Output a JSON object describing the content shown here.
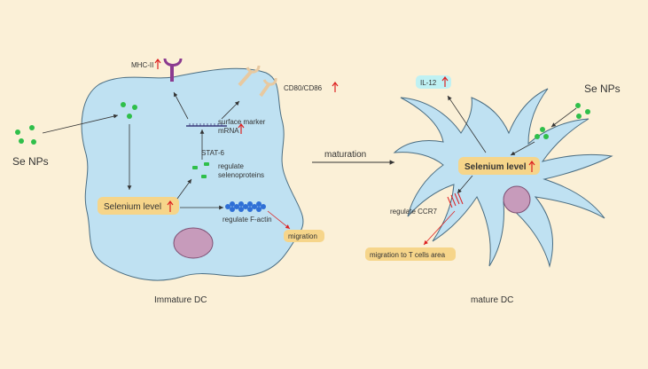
{
  "colors": {
    "background": "#fbf0d7",
    "cell_fill": "#bfe1f2",
    "cell_stroke": "#4a6d82",
    "nanoparticle": "#2fbf4a",
    "label_box": "#f6d58a",
    "il12_box": "#bff1f3",
    "nucleus": "#c79bbb",
    "red_arrow": "#d22",
    "mhc": "#8b3a8f",
    "cd80": "#e8c9a0"
  },
  "left": {
    "se_nps": "Se NPs",
    "mhc": "MHC-II",
    "cd80": "CD80/CD86",
    "surface_marker_1": "surface marker",
    "surface_marker_2": "mRNA",
    "stat6": "STAT-6",
    "regulate_seleno_1": "regulate",
    "regulate_seleno_2": "selenoproteins",
    "selenium_level": "Selenium level",
    "regulate_factin": "regulate F-actin",
    "migration": "migration",
    "caption": "Immature DC"
  },
  "middle": {
    "maturation": "maturation"
  },
  "right": {
    "se_nps": "Se NPs",
    "il12": "IL-12",
    "selenium_level": "Selenium level",
    "regulate_ccr7": "regulate CCR7",
    "migration_t": "migration to T cells area",
    "caption": "mature DC"
  },
  "icons": {
    "up_arrow": "red-up-arrow-icon"
  }
}
